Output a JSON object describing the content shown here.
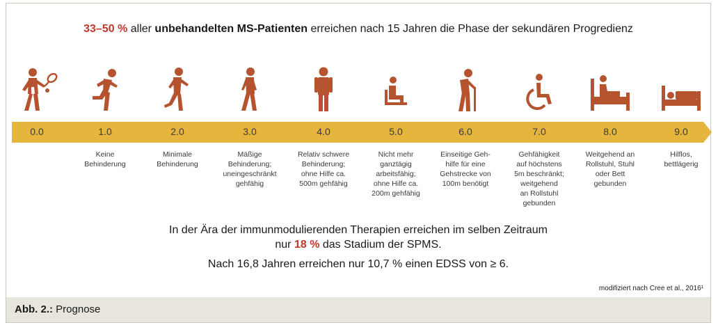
{
  "headline": {
    "pct": "33–50 %",
    "mid": " aller ",
    "bold": "unbehandelten MS-Patienten",
    "rest": " erreichen nach 15 Jahren die Phase der sekundären Progredienz"
  },
  "colors": {
    "icon": "#b5532f",
    "bar": "#e5b53e",
    "highlight": "#c0392b",
    "footer_bg": "#e8e5dc"
  },
  "stages": [
    {
      "score": "0.0",
      "icon": "tennis-player-icon",
      "desc": []
    },
    {
      "score": "1.0",
      "icon": "runner-icon",
      "desc": [
        "Keine",
        "Behinderung"
      ]
    },
    {
      "score": "2.0",
      "icon": "jogger-icon",
      "desc": [
        "Minimale",
        "Behinderung"
      ]
    },
    {
      "score": "3.0",
      "icon": "walker-icon",
      "desc": [
        "Mäßige",
        "Behinderung;",
        "uneingeschränkt",
        "gehfähig"
      ]
    },
    {
      "score": "4.0",
      "icon": "standing-person-icon",
      "desc": [
        "Relativ schwere",
        "Behinderung;",
        "ohne Hilfe ca.",
        "500m gehfähig"
      ]
    },
    {
      "score": "5.0",
      "icon": "seated-person-icon",
      "desc": [
        "Nicht mehr",
        "ganztägig",
        "arbeitsfähig;",
        "ohne Hilfe ca.",
        "200m gehfähig"
      ]
    },
    {
      "score": "6.0",
      "icon": "person-with-cane-icon",
      "desc": [
        "Einseitige Geh-",
        "hilfe für eine",
        "Gehstrecke von",
        "100m benötigt"
      ]
    },
    {
      "score": "7.0",
      "icon": "wheelchair-icon",
      "desc": [
        "Gehfähigkeit",
        "auf höchstens",
        "5m beschränkt;",
        "weitgehend",
        "an Rollstuhl",
        "gebunden"
      ]
    },
    {
      "score": "8.0",
      "icon": "person-sitting-in-bed-icon",
      "desc": [
        "Weitgehend an",
        "Rollstuhl, Stuhl",
        "oder Bett",
        "gebunden"
      ]
    },
    {
      "score": "9.0",
      "icon": "bedridden-icon",
      "desc": [
        "Hilflos,",
        "bettlägerig"
      ]
    }
  ],
  "statement": {
    "line1": "In der Ära der immunmodulierenden Therapien erreichen im selben Zeitraum",
    "line2_a": "nur ",
    "line2_pct": "18 %",
    "line2_b": " das Stadium der SPMS.",
    "line3": "Nach 16,8 Jahren erreichen nur 10,7 % einen EDSS von ≥ 6."
  },
  "source": "modifiziert nach Cree et al., 2016¹",
  "caption": {
    "label": "Abb. 2.:",
    "text": " Prognose"
  }
}
